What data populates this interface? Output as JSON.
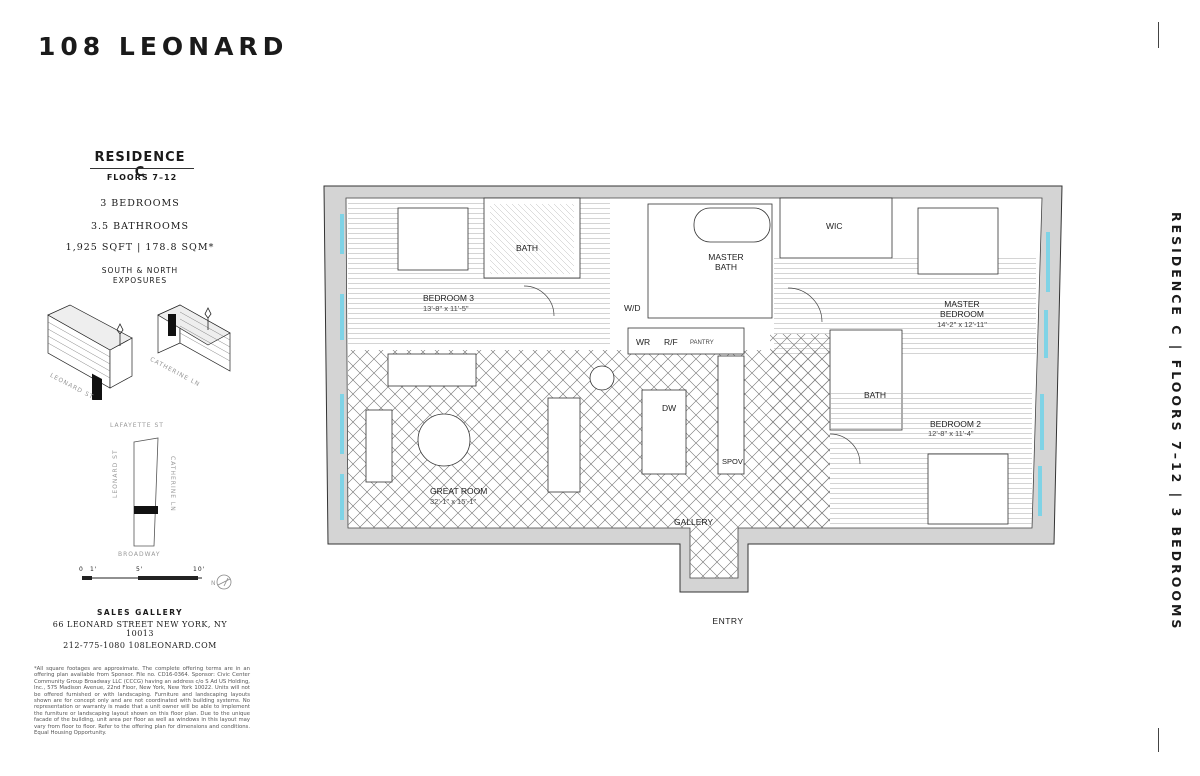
{
  "brand": "108 LEONARD",
  "residence": {
    "title": "RESIDENCE C",
    "floors": "FLOORS 7–12",
    "bedrooms": "3 BEDROOMS",
    "bathrooms": "3.5 BATHROOMS",
    "area": "1,925 SQFT | 178.8 SQM*",
    "exposures_line1": "SOUTH & NORTH",
    "exposures_line2": "EXPOSURES"
  },
  "locator": {
    "street_leonard": "LEONARD ST",
    "street_catherine": "CATHERINE LN",
    "street_lafayette": "LAFAYETTE ST",
    "street_broadway": "BROADWAY"
  },
  "scale": {
    "zero": "0",
    "one": "1'",
    "five": "5'",
    "ten": "10'",
    "north": "N"
  },
  "sales": {
    "heading": "SALES GALLERY",
    "address": "66 LEONARD STREET   NEW YORK, NY 10013",
    "contact": "212-775-1080   108LEONARD.COM"
  },
  "disclaimer": "*All square footages are approximate. The complete offering terms are in an offering plan available from Sponsor. File no. CD16-0364. Sponsor: Civic Center Community Group Broadway LLC (CCCG) having an address c/o S Ad US Holding, Inc., 575 Madison Avenue, 22nd Floor, New York, New York 10022. Units will not be offered furnished or with landscaping. Furniture and landscaping layouts shown are for concept only and are not coordinated with building systems. No representation or warranty is made that a unit owner will be able to implement the furniture or landscaping layout shown on this floor plan. Due to the unique facade of the building, unit area per floor as well as windows in this layout may vary from floor to floor. Refer to the offering plan for dimensions and conditions. Equal Housing Opportunity.",
  "vertical_title": "RESIDENCE C   |   FLOORS 7–12   |   3 BEDROOMS",
  "rooms": {
    "bedroom3": "BEDROOM 3",
    "bedroom3_dim": "13'-8\" x 11'-5\"",
    "bath": "BATH",
    "master_bath_1": "MASTER",
    "master_bath_2": "BATH",
    "wic": "WIC",
    "wd": "W/D",
    "wr": "WR",
    "rf": "R/F",
    "pantry": "PANTRY",
    "dw": "DW",
    "spov": "SPOV",
    "master_bedroom_1": "MASTER",
    "master_bedroom_2": "BEDROOM",
    "master_bedroom_dim": "14'-2\" x 12'-11\"",
    "bath2": "BATH",
    "bedroom2": "BEDROOM 2",
    "bedroom2_dim": "12'-8\" x 11'-4\"",
    "great_room": "GREAT ROOM",
    "great_room_dim": "32'-1\" x 15'-1\"",
    "gallery": "GALLERY"
  },
  "entry": "ENTRY",
  "colors": {
    "window": "#7fd3e6",
    "wall": "#cfcfcf",
    "ink": "#1a1a1a"
  }
}
